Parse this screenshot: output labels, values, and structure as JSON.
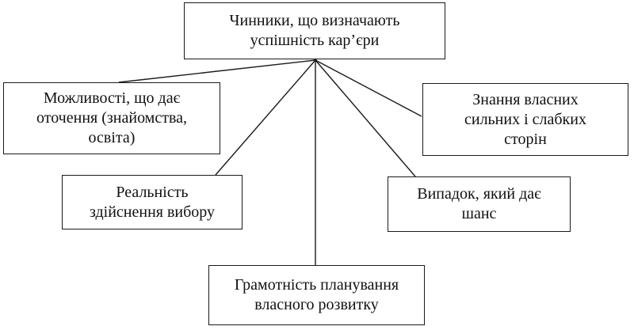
{
  "diagram": {
    "root": {
      "label": "Чинники, що визначають\nуспішність кар’єри"
    },
    "factors": [
      {
        "key": "env",
        "label": "Можливості, що дає\nоточення (знайомства,\nосвіта)"
      },
      {
        "key": "self",
        "label": "Знання власних\nсильних і слабких\nсторін"
      },
      {
        "key": "real",
        "label": "Реальність\nздійснення вибору"
      },
      {
        "key": "chance",
        "label": "Випадок, який дає\nшанс"
      },
      {
        "key": "plan",
        "label": "Грамотність планування\nвласного розвитку"
      }
    ]
  }
}
